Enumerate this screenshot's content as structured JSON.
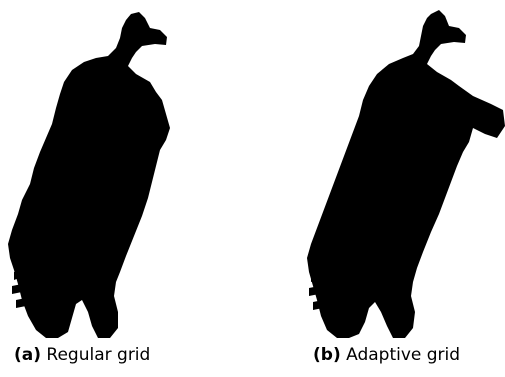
{
  "panels": [
    {
      "tag": "(a)",
      "label": "Regular grid"
    },
    {
      "tag": "(b)",
      "label": "Adaptive grid"
    }
  ],
  "colors": {
    "silhouette": "#000000",
    "background": "#ffffff"
  }
}
